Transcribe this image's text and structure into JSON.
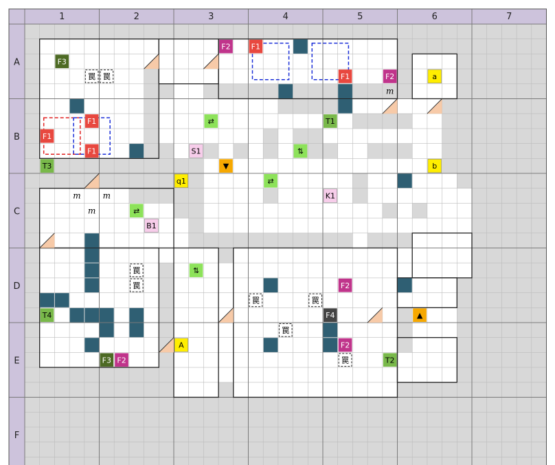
{
  "columns": [
    "1",
    "2",
    "3",
    "4",
    "5",
    "6",
    "7"
  ],
  "rows": [
    "A",
    "B",
    "C",
    "D",
    "E",
    "F"
  ],
  "colors": {
    "header": "#cdc3dc",
    "grid_bg": "#d8d8d8",
    "floor": "#ffffff",
    "wall": "#222222",
    "dark_tile": "#2f5f73",
    "f1": "#e8483f",
    "f2": "#c0348b",
    "f3": "#4d6a24",
    "f4": "#444444",
    "t_green": "#79b94a",
    "arrow_green": "#8de25a",
    "yellow": "#ffee00",
    "orange": "#f6a800",
    "pink": "#f7cdea",
    "stairs": "#f7caa8"
  },
  "markers": [
    {
      "label": "F3"
    },
    {
      "label": "罠"
    },
    {
      "label": "罠"
    },
    {
      "label": "F2"
    },
    {
      "label": "F1"
    },
    {
      "label": "F1"
    },
    {
      "label": "F2"
    },
    {
      "label": "m"
    },
    {
      "label": "a"
    },
    {
      "label": "F1"
    },
    {
      "label": "F1"
    },
    {
      "label": "F1"
    },
    {
      "label": "T3"
    },
    {
      "label": "⇄"
    },
    {
      "label": "S1"
    },
    {
      "label": "T1"
    },
    {
      "label": "⇅"
    },
    {
      "label": "▼"
    },
    {
      "label": "b"
    },
    {
      "label": "q1"
    },
    {
      "label": "⇄"
    },
    {
      "label": "K1"
    },
    {
      "label": "m"
    },
    {
      "label": "m"
    },
    {
      "label": "m"
    },
    {
      "label": "⇄"
    },
    {
      "label": "B1"
    },
    {
      "label": "罠"
    },
    {
      "label": "罠"
    },
    {
      "label": "⇅"
    },
    {
      "label": "罠"
    },
    {
      "label": "罠"
    },
    {
      "label": "F2"
    },
    {
      "label": "T4"
    },
    {
      "label": "F4"
    },
    {
      "label": "▲"
    },
    {
      "label": "罠"
    },
    {
      "label": "A"
    },
    {
      "label": "F2"
    },
    {
      "label": "F3"
    },
    {
      "label": "F2"
    },
    {
      "label": "罠"
    },
    {
      "label": "T2"
    }
  ]
}
